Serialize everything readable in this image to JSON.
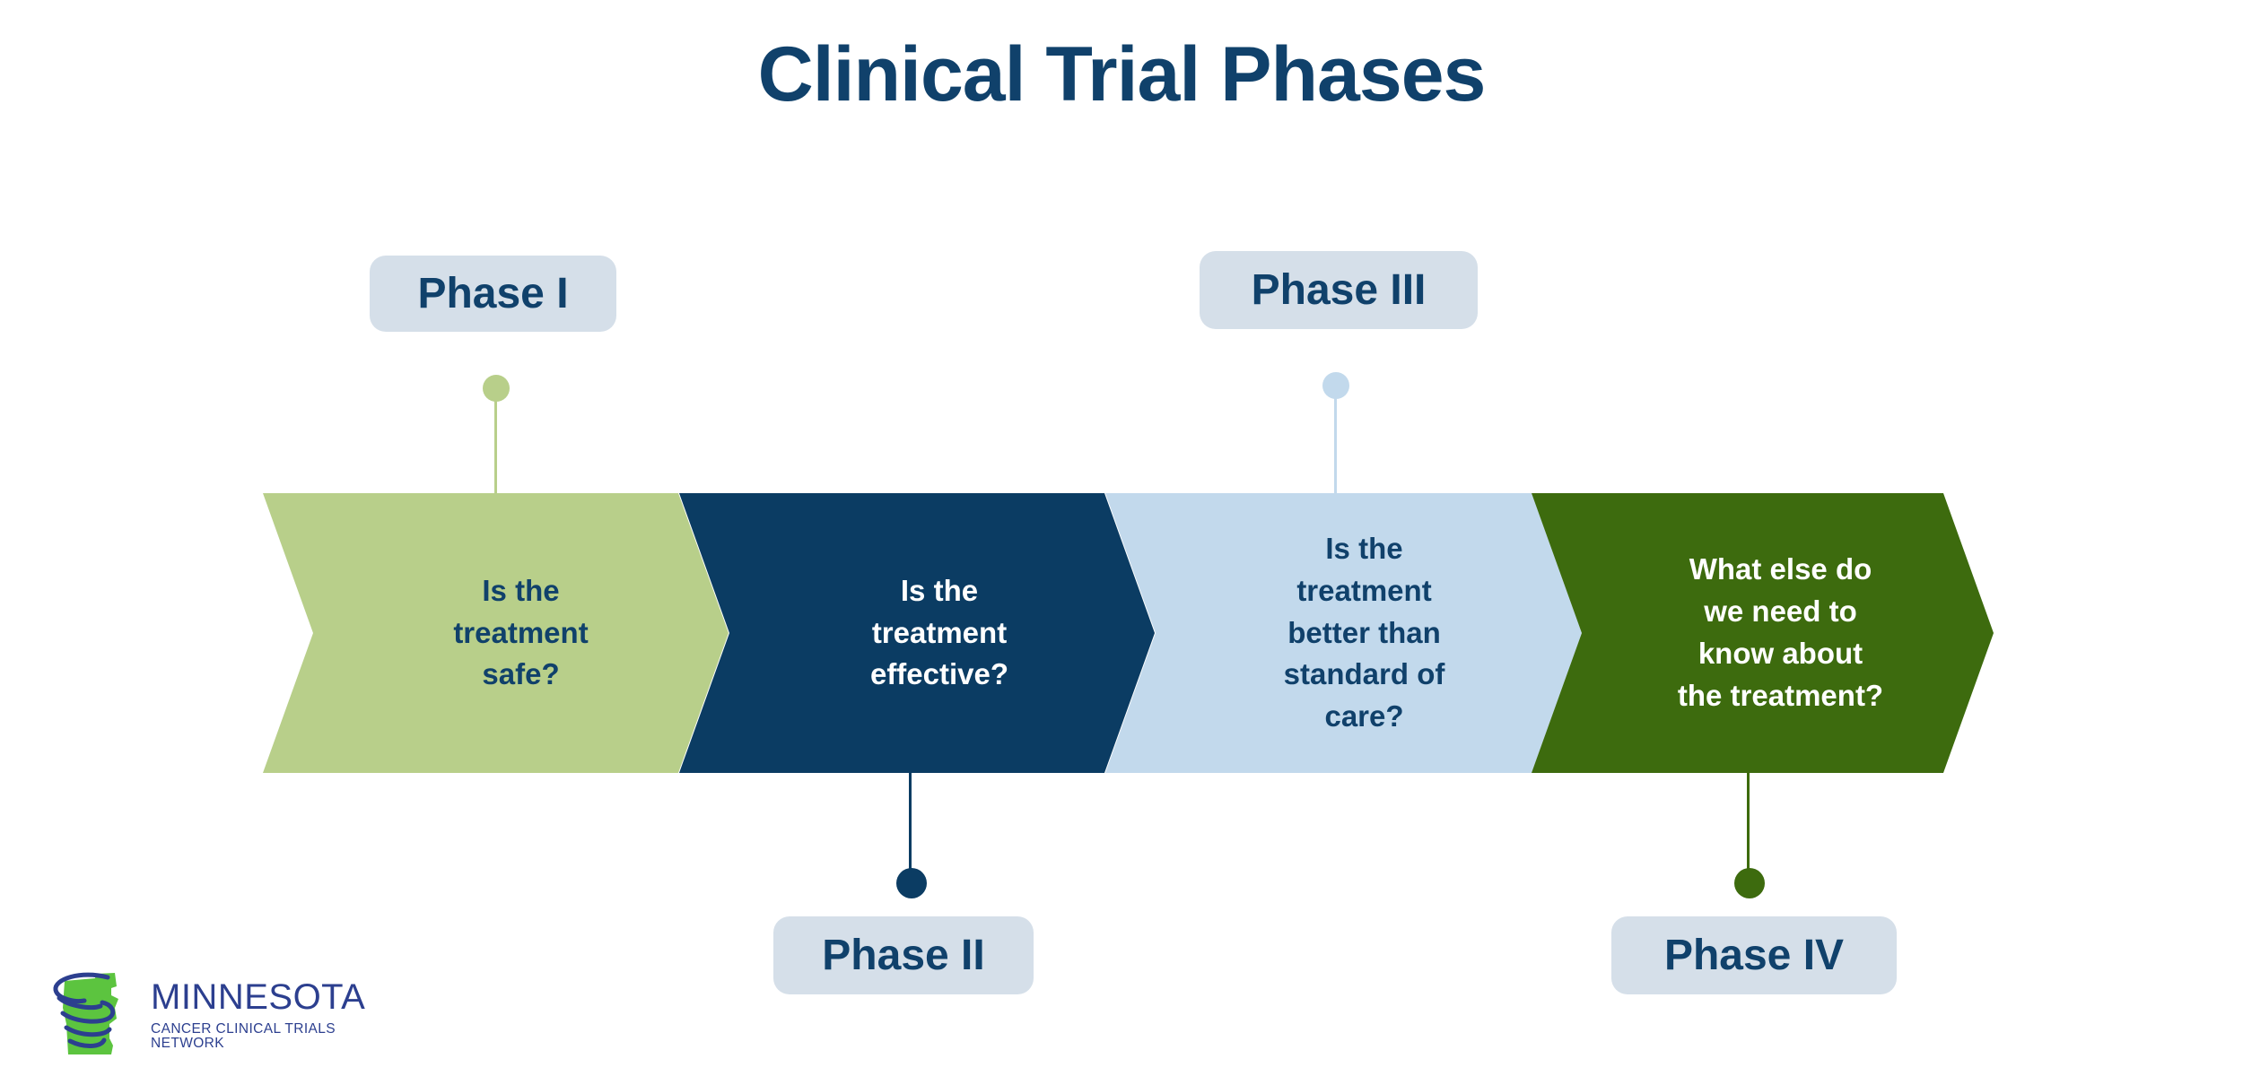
{
  "title": "Clinical Trial Phases",
  "colors": {
    "navy": "#10416b",
    "deep_navy": "#0b3c63",
    "light_green": "#b8cf8a",
    "light_blue": "#c2d9ec",
    "dark_green": "#3d6b0e",
    "badge_bg": "#d5dfe9",
    "logo_green": "#5cc43f",
    "logo_blue": "#2c3f8f",
    "background": "#ffffff"
  },
  "phases": [
    {
      "badge": "Phase I",
      "question": "Is the\ntreatment\nsafe?",
      "fill": "#b8cf8a",
      "text_color": "#10416b",
      "badge_position": "above"
    },
    {
      "badge": "Phase II",
      "question": "Is the\ntreatment\neffective?",
      "fill": "#0b3c63",
      "text_color": "#ffffff",
      "badge_position": "below"
    },
    {
      "badge": "Phase III",
      "question": "Is the\ntreatment\nbetter than\nstandard of\ncare?",
      "fill": "#c2d9ec",
      "text_color": "#10416b",
      "badge_position": "above"
    },
    {
      "badge": "Phase IV",
      "question": "What else do\nwe need to\nknow about\nthe treatment?",
      "fill": "#3d6b0e",
      "text_color": "#ffffff",
      "badge_position": "below"
    }
  ],
  "logo": {
    "name": "MINNESOTA",
    "tagline": "CANCER CLINICAL TRIALS NETWORK"
  }
}
